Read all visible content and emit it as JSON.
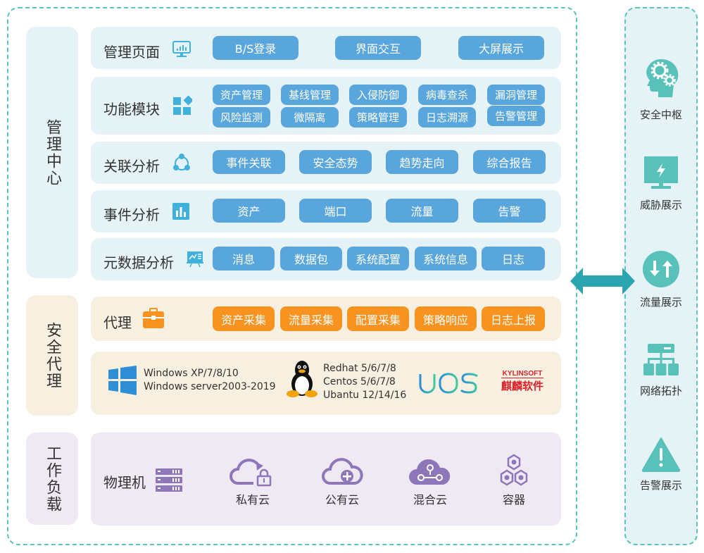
{
  "colors": {
    "accent_teal": "#5cc3bf",
    "button_blue": "#59a6dc",
    "button_orange": "#f7931e",
    "icon_blue": "#3fb1db",
    "icon_purple": "#8e77b9",
    "panel_blue": "#e5f3f7",
    "panel_orange": "#f7efe0",
    "panel_purple": "#efe9f4"
  },
  "groups": {
    "management": "管理中心",
    "agent": "安全代理",
    "workload": "工作负载"
  },
  "rows": {
    "mgmt_page": {
      "title": "管理页面",
      "icon": "monitor-chart-icon",
      "buttons": [
        "B/S登录",
        "界面交互",
        "大屏展示"
      ]
    },
    "function_module": {
      "title": "功能模块",
      "icon": "modules-icon",
      "buttons_row1": [
        "资产管理",
        "基线管理",
        "入侵防御",
        "病毒查杀",
        "漏洞管理"
      ],
      "buttons_row2": [
        "风险监测",
        "微隔离",
        "策略管理",
        "日志溯源",
        "告警管理"
      ]
    },
    "correlation": {
      "title": "关联分析",
      "icon": "share-nodes-icon",
      "buttons": [
        "事件关联",
        "安全态势",
        "趋势走向",
        "综合报告"
      ]
    },
    "event": {
      "title": "事件分析",
      "icon": "bar-chart-icon",
      "buttons": [
        "资产",
        "端口",
        "流量",
        "告警"
      ]
    },
    "metadata": {
      "title": "元数据分析",
      "icon": "presentation-icon",
      "buttons": [
        "消息",
        "数据包",
        "系统配置",
        "系统信息",
        "日志"
      ]
    },
    "agent": {
      "title": "代理",
      "icon": "briefcase-icon",
      "buttons": [
        "资产采集",
        "流量采集",
        "配置采集",
        "策略响应",
        "日志上报"
      ]
    },
    "os": {
      "windows": [
        "Windows XP/7/8/10",
        "Windows server2003-2019"
      ],
      "linux": [
        "Redhat 5/6/7/8",
        "Centos 5/6/7/8",
        "Ubantu 12/14/16"
      ],
      "uos": "UOS",
      "kylin_en": "KYLINSOFT",
      "kylin_cn": "麒麟软件"
    },
    "workload": {
      "title": "物理机",
      "icon": "server-icon",
      "items": [
        {
          "label": "私有云",
          "icon": "private-cloud-icon"
        },
        {
          "label": "公有云",
          "icon": "public-cloud-icon"
        },
        {
          "label": "混合云",
          "icon": "hybrid-cloud-icon"
        },
        {
          "label": "容器",
          "icon": "container-icon"
        }
      ]
    }
  },
  "right_panel": [
    {
      "label": "安全中枢",
      "icon": "brain-gears-icon"
    },
    {
      "label": "威胁展示",
      "icon": "threat-monitor-icon"
    },
    {
      "label": "流量展示",
      "icon": "traffic-icon"
    },
    {
      "label": "网络拓扑",
      "icon": "topology-icon"
    },
    {
      "label": "告警展示",
      "icon": "warning-icon"
    }
  ]
}
